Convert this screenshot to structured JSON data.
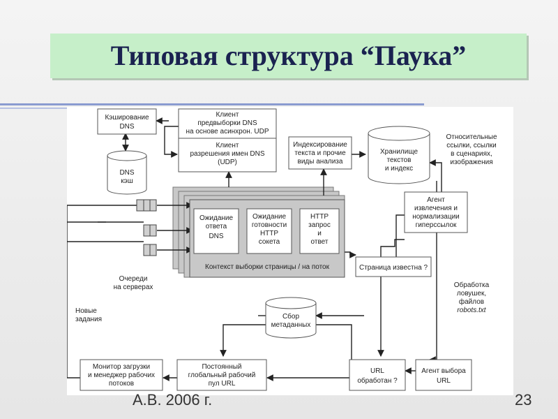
{
  "slide": {
    "title": "Типовая структура “Паука”",
    "author_year": "А.В. 2006 г.",
    "page_number": "23"
  },
  "diagram": {
    "dns_cache": [
      "Кэширование",
      "DNS"
    ],
    "dns_prefetch": [
      "Клиент",
      "предвыборки DNS",
      "на основе асинхрон. UDP"
    ],
    "dns_resolver": [
      "Клиент",
      "разрешения имен DNS",
      "(UDP)"
    ],
    "indexing": [
      "Индексирование",
      "текста и прочие",
      "виды анализа"
    ],
    "text_storage": [
      "Хранилище",
      "текстов",
      "и индекс"
    ],
    "relative_links": [
      "Относительные",
      "ссылки, ссылки",
      "в сценариях,",
      "изображения"
    ],
    "dns_db": [
      "DNS",
      "кэш"
    ],
    "wait_dns": [
      "Ожидание",
      "ответа",
      "DNS"
    ],
    "wait_http": [
      "Ожидание",
      "готовности",
      "HTTP",
      "сокета"
    ],
    "http_req": [
      "HTTP",
      "запрос",
      "и",
      "ответ"
    ],
    "fetch_context": "Контекст выборки страницы / на поток",
    "link_agent": [
      "Агент",
      "извлечения и",
      "нормализации",
      "гиперссылок"
    ],
    "page_known": "Страница известна ?",
    "server_queues": [
      "Очереди",
      "на серверах"
    ],
    "new_tasks": [
      "Новые",
      "задания"
    ],
    "trap_handling": [
      "Обработка",
      "ловушек,",
      "файлов"
    ],
    "robots_file": "robots.txt",
    "metadata": [
      "Сбор",
      "метаданных"
    ],
    "load_monitor": [
      "Монитор загрузки",
      "и менеджер рабочих",
      "потоков"
    ],
    "global_pool": [
      "Постоянный",
      "глобальный рабочий",
      "пул URL"
    ],
    "url_processed": [
      "URL",
      "обработан ?"
    ],
    "selection_agent": [
      "Агент выбора",
      "URL"
    ]
  },
  "colors": {
    "title": "#1a2250",
    "title_band": "#c6efc9",
    "rule": "#8a9bd0"
  }
}
